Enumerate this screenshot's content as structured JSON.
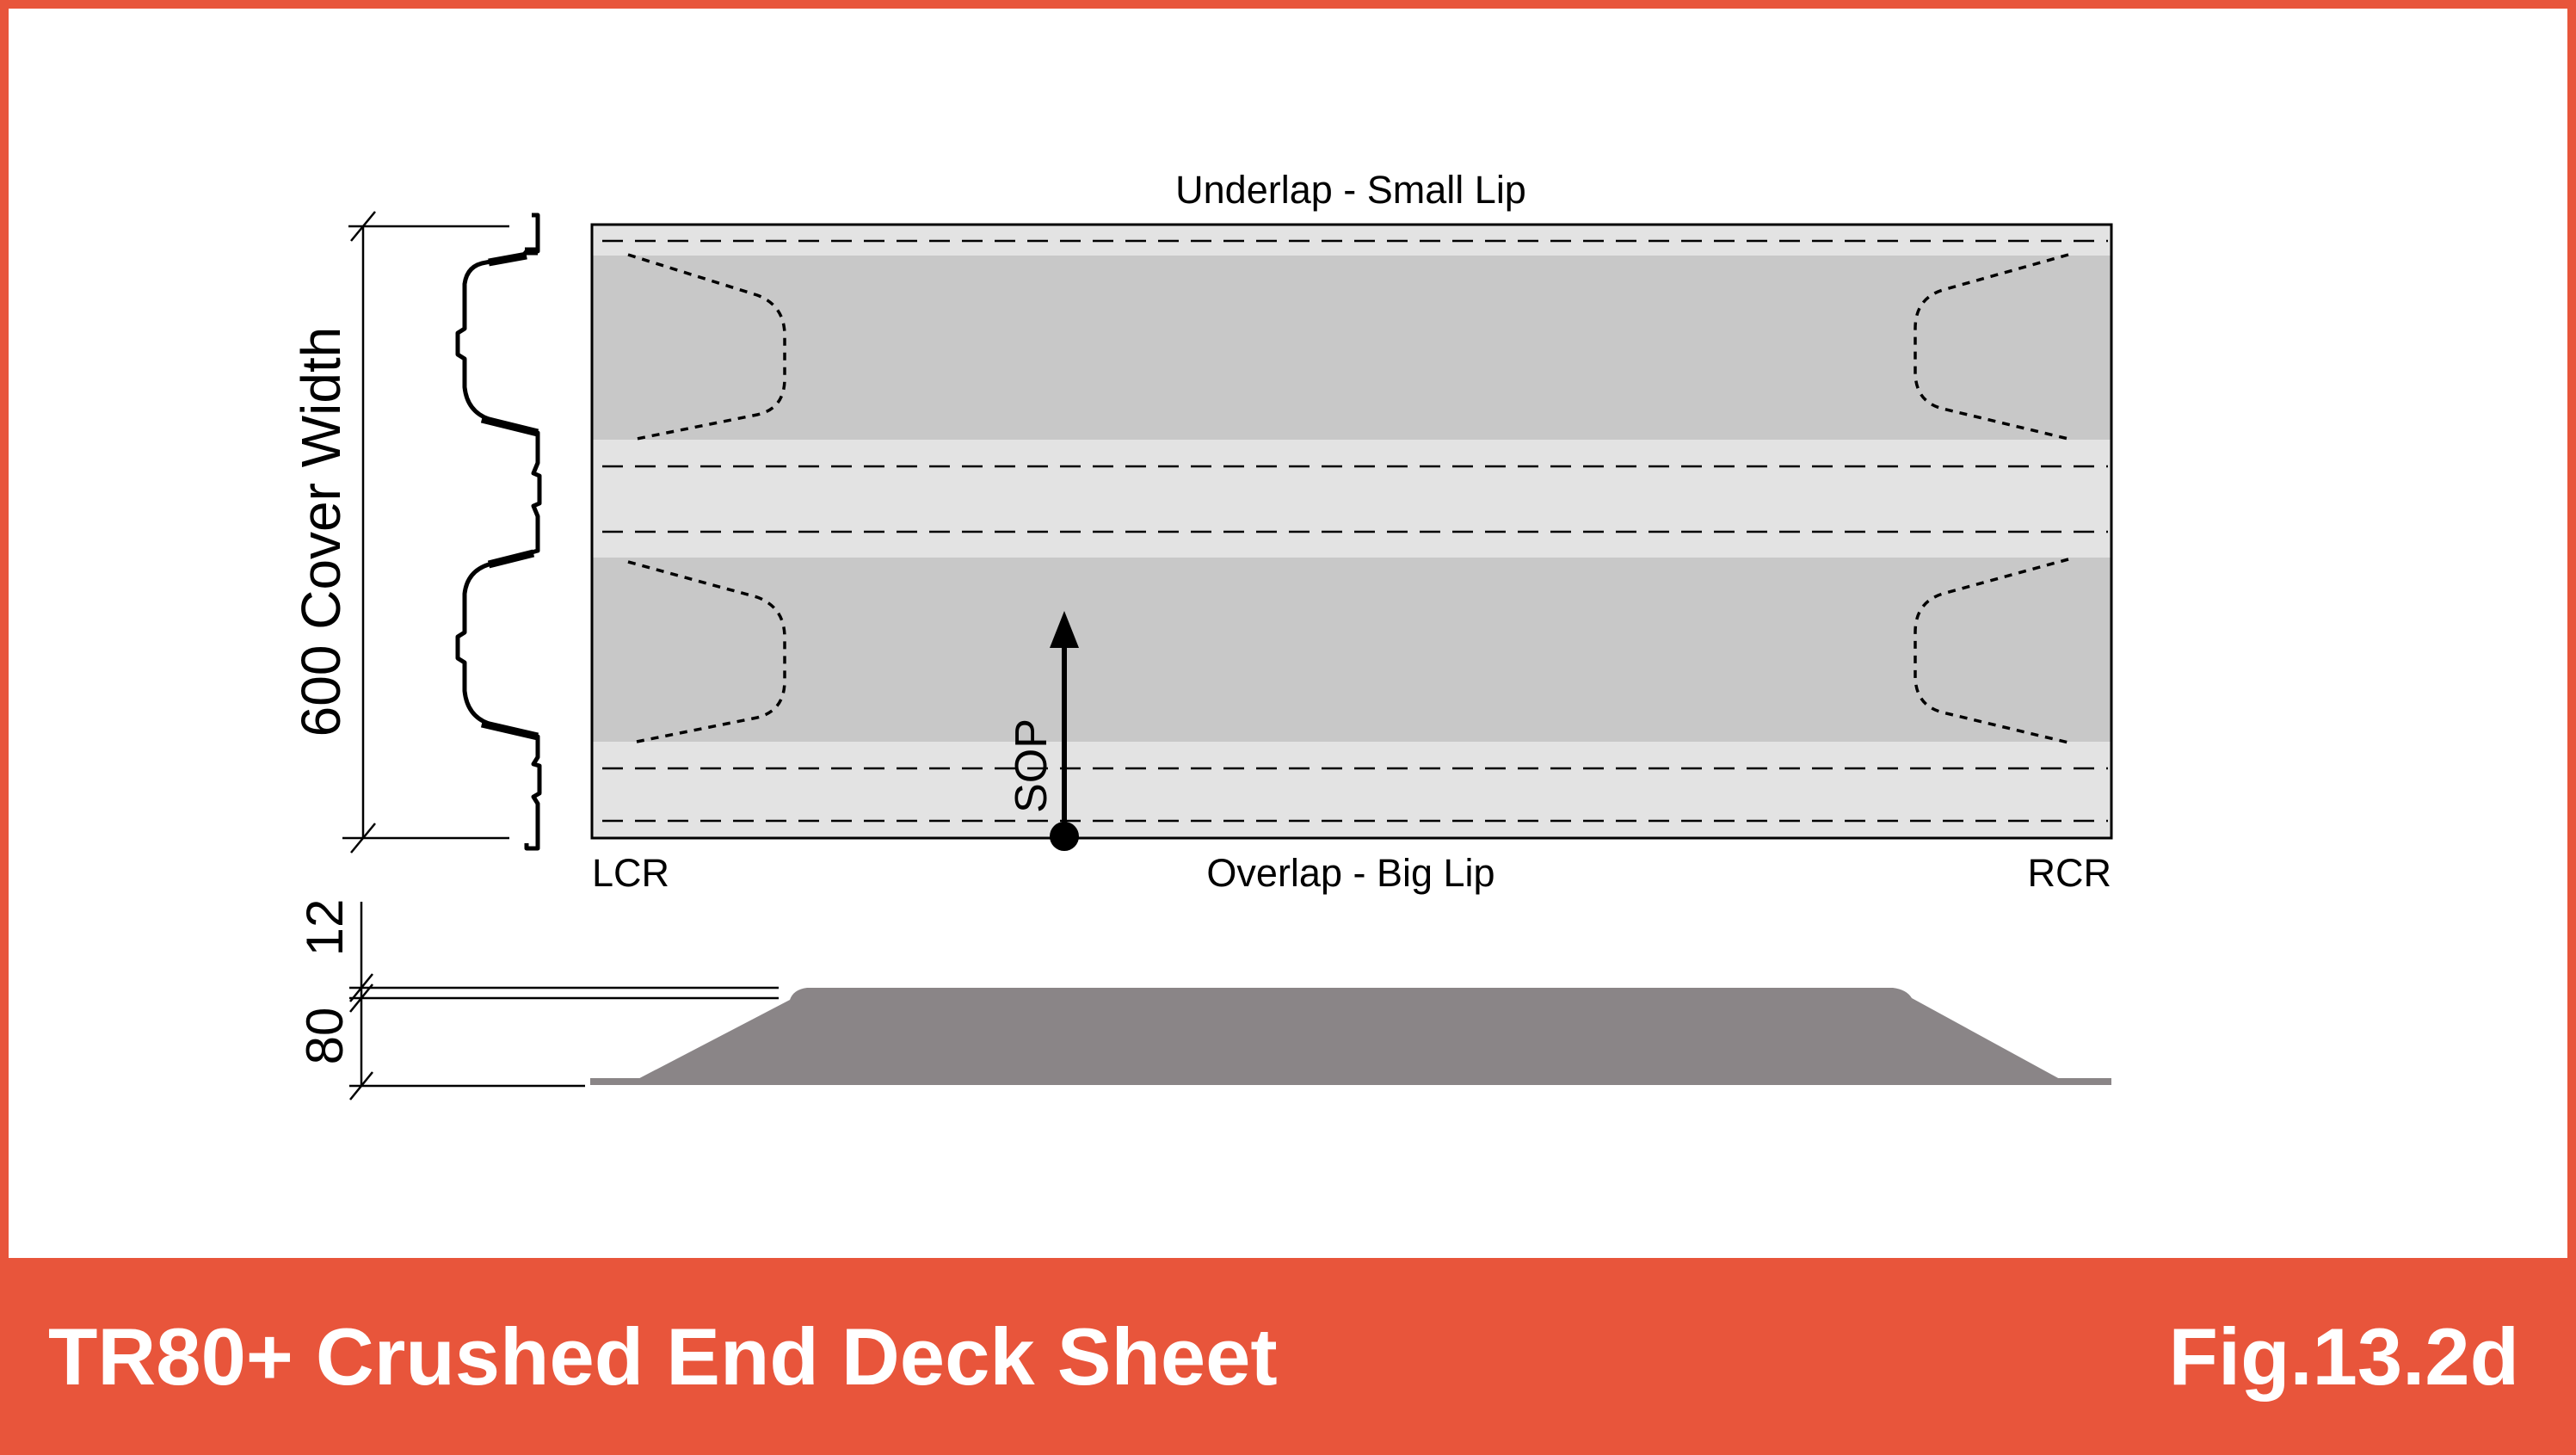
{
  "labels": {
    "underlap": "Underlap - Small Lip",
    "overlap": "Overlap - Big Lip",
    "lcr": "LCR",
    "rcr": "RCR",
    "sop": "SOP",
    "cover_width": "600 Cover Width",
    "lip_height": "12",
    "profile_height": "80"
  },
  "footer": {
    "title": "TR80+ Crushed End Deck Sheet",
    "figure": "Fig.13.2d"
  },
  "colors": {
    "accent": "#e8553b",
    "rib_fill": "#c8c8c8",
    "pan_fill": "#e3e3e3",
    "side_profile": "#8a8587",
    "line": "#000000"
  }
}
